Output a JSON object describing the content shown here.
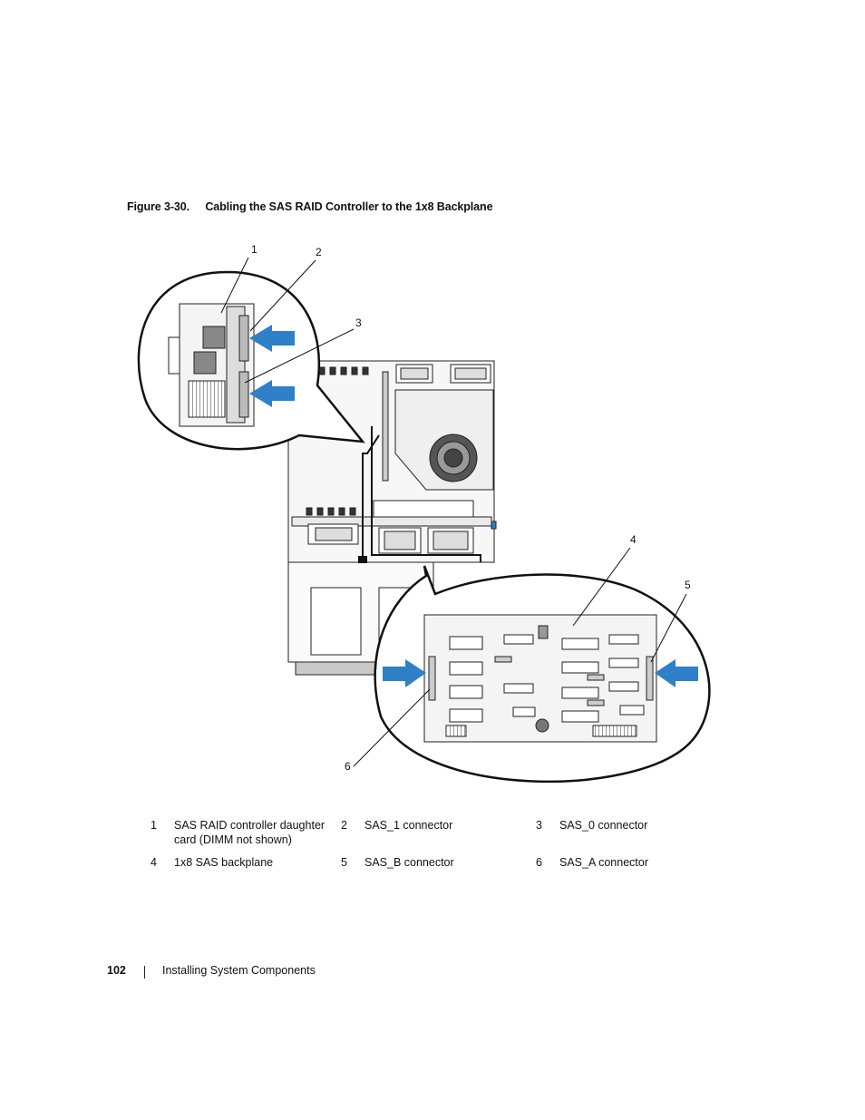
{
  "figure": {
    "number": "Figure 3-30.",
    "title": "Cabling the SAS RAID Controller to the 1x8 Backplane",
    "callouts": [
      "1",
      "2",
      "3",
      "4",
      "5",
      "6"
    ]
  },
  "legend": [
    {
      "num": "1",
      "text": "SAS RAID controller daughter card (DIMM not shown)"
    },
    {
      "num": "2",
      "text": "SAS_1 connector"
    },
    {
      "num": "3",
      "text": "SAS_0 connector"
    },
    {
      "num": "4",
      "text": "1x8 SAS backplane"
    },
    {
      "num": "5",
      "text": "SAS_B connector"
    },
    {
      "num": "6",
      "text": "SAS_A connector"
    }
  ],
  "footer": {
    "page_number": "102",
    "section": "Installing System Components"
  },
  "colors": {
    "arrow": "#2f7fc9",
    "line": "#222222",
    "board": "#f4f4f4"
  }
}
